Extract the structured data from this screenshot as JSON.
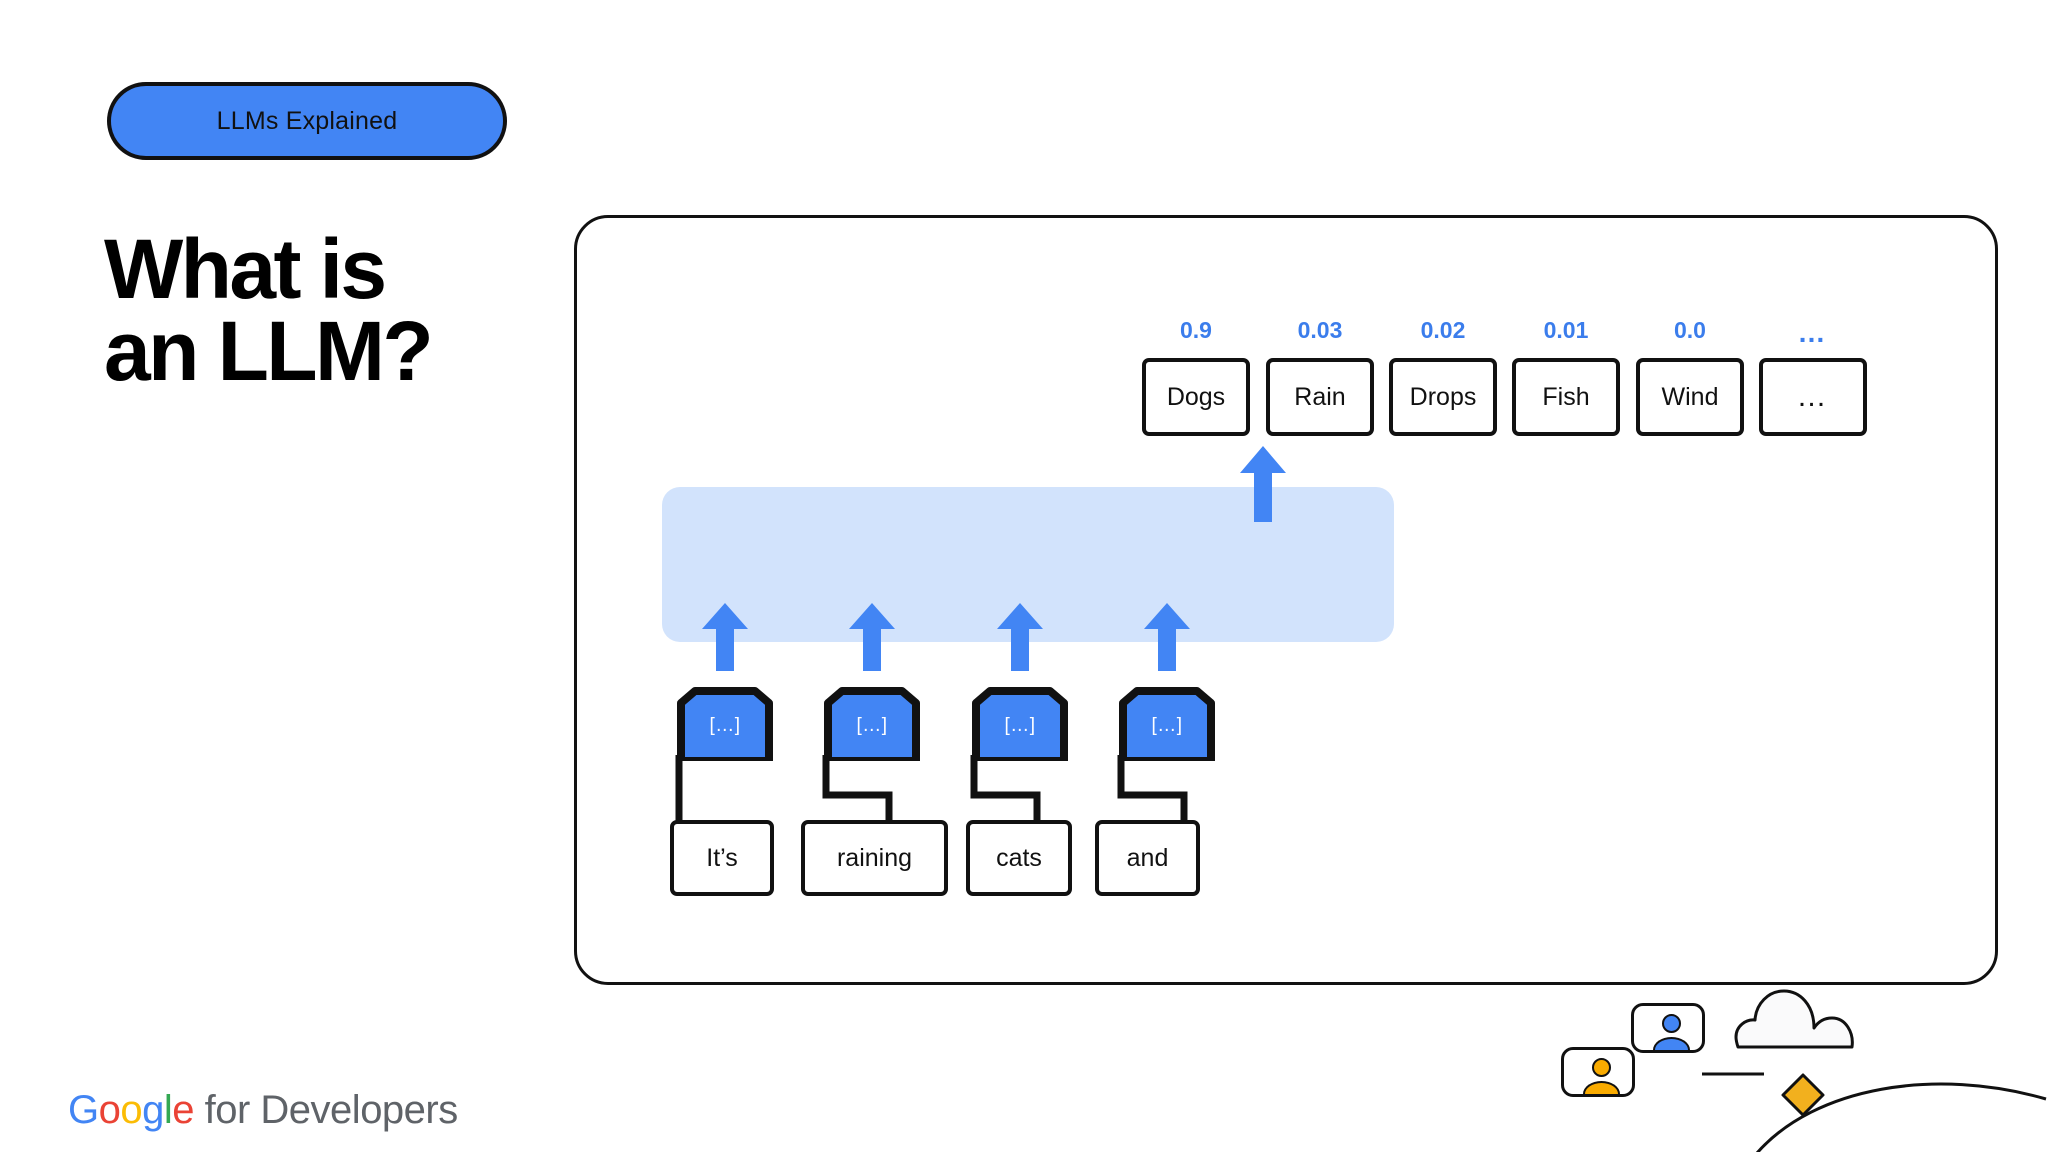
{
  "badge": {
    "label": "LLMs Explained"
  },
  "title": {
    "text": "What is\nan LLM?"
  },
  "colors": {
    "blue": "#4285F4",
    "blue_text": "#3B7DEC",
    "light_blue": "#D2E3FC",
    "black": "#111111",
    "yellow": "#F9AB00",
    "grey": "#5F6368"
  },
  "diagram": {
    "candidates": [
      {
        "label": "Dogs",
        "probability": "0.9"
      },
      {
        "label": "Rain",
        "probability": "0.03"
      },
      {
        "label": "Drops",
        "probability": "0.02"
      },
      {
        "label": "Fish",
        "probability": "0.01"
      },
      {
        "label": "Wind",
        "probability": "0.0"
      },
      {
        "label": "…",
        "probability": "…"
      }
    ],
    "embeddings": [
      {
        "label": "[…]"
      },
      {
        "label": "[…]"
      },
      {
        "label": "[…]"
      },
      {
        "label": "[…]"
      }
    ],
    "input_tokens": [
      {
        "label": "It’s"
      },
      {
        "label": "raining"
      },
      {
        "label": "cats"
      },
      {
        "label": "and"
      }
    ]
  },
  "footer": {
    "logo": {
      "g1": "G",
      "o1": "o",
      "o2": "o",
      "g2": "g",
      "l1": "l",
      "e1": "e",
      "suffix": " for Developers"
    }
  }
}
